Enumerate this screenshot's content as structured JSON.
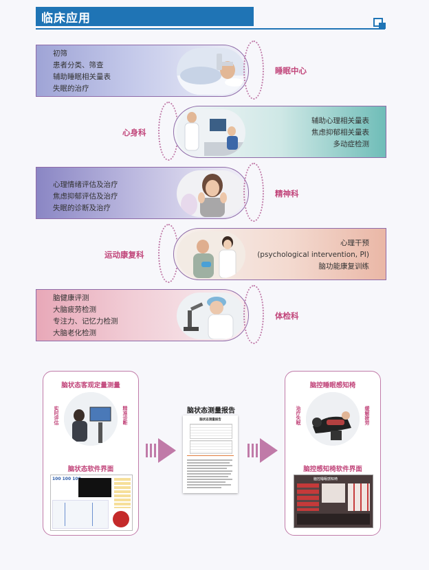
{
  "header": {
    "title": "临床应用"
  },
  "rows": [
    {
      "category": "睡眠中心",
      "items": [
        "初筛",
        "患者分类、筛查",
        "辅助睡眠相关量表",
        "失眠的治疗"
      ]
    },
    {
      "category": "心身科",
      "items": [
        "辅助心理相关量表",
        "焦虑抑郁相关量表",
        "多动症检测"
      ]
    },
    {
      "category": "精神科",
      "items": [
        "心理情绪评估及治疗",
        "焦虑抑郁评估及治疗",
        "失眠的诊断及治疗"
      ]
    },
    {
      "category": "运动康复科",
      "items": [
        "心理干预",
        "(psychological intervention, PI)",
        "脑功能康复训练"
      ]
    },
    {
      "category": "体检科",
      "items": [
        "脑健康评测",
        "大脑疲劳检测",
        "专注力、记忆力检测",
        "大脑老化检测"
      ]
    }
  ],
  "bottom": {
    "left_panel": {
      "title": "脑状态客观定量测量",
      "arc_left": "实时评估",
      "arc_right": "精准诊断",
      "software_title": "脑状态软件界面",
      "readout": "100 100 100"
    },
    "report_title": "脑状态测量报告",
    "report_heading": "脑状态测量报告",
    "right_panel": {
      "title": "脑控睡眠感知椅",
      "arc_left": "治疗失眠",
      "arc_right": "缓解疲劳",
      "software_title": "脑控感知椅软件界面",
      "screen_title": "脑控睡眠感知椅"
    }
  },
  "colors": {
    "accent": "#1f74b5",
    "magenta": "#c1457a",
    "border": "#8e6aa8"
  }
}
